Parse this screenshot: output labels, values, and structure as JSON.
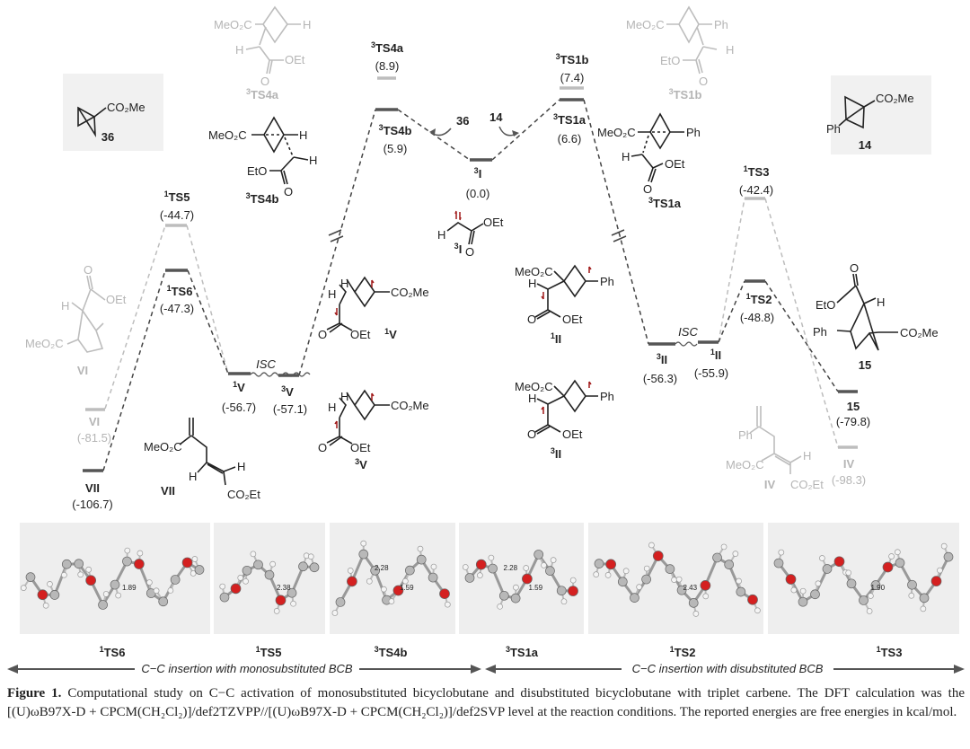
{
  "reactants": {
    "bcb36": {
      "substituent": "CO₂Me",
      "label": "36"
    },
    "bcb14": {
      "substituent": "CO₂Me",
      "ph": "Ph",
      "label": "14"
    }
  },
  "levels": {
    "VII": {
      "label": "VII",
      "energy": "(-106.7)"
    },
    "VI": {
      "label": "VI",
      "energy": "(-81.5)"
    },
    "TS6": {
      "sup": "1",
      "label": "TS6",
      "energy": "(-47.3)"
    },
    "TS5": {
      "sup": "1",
      "label": "TS5",
      "energy": "(-44.7)"
    },
    "V1": {
      "sup": "1",
      "label": "V",
      "energy": "(-56.7)"
    },
    "V3": {
      "sup": "3",
      "label": "V",
      "energy": "(-57.1)"
    },
    "TS4b": {
      "sup": "3",
      "label": "TS4b",
      "energy": "(5.9)"
    },
    "TS4a": {
      "sup": "3",
      "label": "TS4a",
      "energy": "(8.9)"
    },
    "I3": {
      "sup": "3",
      "label": "I",
      "energy": "(0.0)"
    },
    "TS1b": {
      "sup": "3",
      "label": "TS1b",
      "energy": "(7.4)"
    },
    "TS1a": {
      "sup": "3",
      "label": "TS1a",
      "energy": "(6.6)"
    },
    "II3": {
      "sup": "3",
      "label": "II",
      "energy": "(-56.3)"
    },
    "II1": {
      "sup": "1",
      "label": "II",
      "energy": "(-55.9)"
    },
    "TS3": {
      "sup": "1",
      "label": "TS3",
      "energy": "(-42.4)"
    },
    "TS2": {
      "sup": "1",
      "label": "TS2",
      "energy": "(-48.8)"
    },
    "P15": {
      "label": "15",
      "energy": "(-79.8)"
    },
    "IV": {
      "label": "IV",
      "energy": "(-98.3)"
    }
  },
  "isc_label": "ISC",
  "arrow_labels": {
    "left": "36",
    "right": "14"
  },
  "structures": {
    "TS4a": {
      "a": "MeO₂C",
      "h1": "H",
      "h2": "H",
      "oet": "OEt",
      "o": "O",
      "sup": "3",
      "label": "TS4a"
    },
    "TS4b": {
      "a": "MeO₂C",
      "h1": "H",
      "h2": "H",
      "eto": "EtO",
      "o": "O",
      "sup": "3",
      "label": "TS4b"
    },
    "I3": {
      "h": "H",
      "oet": "OEt",
      "o": "O",
      "sup": "3",
      "label": "I"
    },
    "V1": {
      "h1": "H",
      "h2": "H",
      "co2me": "CO₂Me",
      "o": "O",
      "oet": "OEt",
      "sup": "1",
      "label": "V"
    },
    "V3": {
      "h1": "H",
      "h2": "H",
      "co2me": "CO₂Me",
      "o": "O",
      "oet": "OEt",
      "sup": "3",
      "label": "V"
    },
    "VI": {
      "o": "O",
      "oet": "OEt",
      "h": "H",
      "a": "MeO₂C",
      "label": "VI"
    },
    "VII": {
      "a": "MeO₂C",
      "h1": "H",
      "h2": "H",
      "b": "CO₂Et",
      "label": "VII"
    },
    "TS1b": {
      "a": "MeO₂C",
      "ph": "Ph",
      "h": "H",
      "eto": "EtO",
      "o": "O",
      "sup": "3",
      "label": "TS1b"
    },
    "TS1a": {
      "a": "MeO₂C",
      "ph": "Ph",
      "h": "H",
      "oet": "OEt",
      "o": "O",
      "sup": "3",
      "label": "TS1a"
    },
    "II1": {
      "a": "MeO₂C",
      "h": "H",
      "ph": "Ph",
      "o": "O",
      "oet": "OEt",
      "sup": "1",
      "label": "II"
    },
    "II3": {
      "a": "MeO₂C",
      "h": "H",
      "ph": "Ph",
      "o": "O",
      "oet": "OEt",
      "sup": "3",
      "label": "II"
    },
    "P15": {
      "o": "O",
      "eto": "EtO",
      "h": "H",
      "ph": "Ph",
      "co2me": "CO₂Me",
      "label": "15"
    },
    "IV": {
      "ph": "Ph",
      "a": "MeO₂C",
      "h": "H",
      "b": "CO₂Et",
      "label": "IV"
    }
  },
  "geometries": [
    {
      "sup": "1",
      "label": "TS6",
      "distances": [
        "1.89"
      ]
    },
    {
      "sup": "1",
      "label": "TS5",
      "distances": [
        "2.38"
      ]
    },
    {
      "sup": "3",
      "label": "TS4b",
      "distances": [
        "1.59",
        "2.28"
      ]
    },
    {
      "sup": "3",
      "label": "TS1a",
      "distances": [
        "1.59",
        "2.28"
      ]
    },
    {
      "sup": "1",
      "label": "TS2",
      "distances": [
        "2.43"
      ]
    },
    {
      "sup": "1",
      "label": "TS3",
      "distances": [
        "1.90"
      ]
    }
  ],
  "ranges": {
    "left": "C−C insertion with monosubstituted BCB",
    "right": "C−C insertion with disubstituted BCB"
  },
  "caption": {
    "label": "Figure 1.",
    "text": " Computational study on C−C activation of monosubstituted bicyclobutane and disubstituted bicyclobutane with triplet carbene. The DFT calculation was the [(U)ωB97X-D + CPCM(CH₂Cl₂)]/def2TZVPP//[(U)ωB97X-D + CPCM(CH₂Cl₂)]/def2SVP level at the reaction conditions. The reported energies are free energies in kcal/mol."
  },
  "colors": {
    "highlight": "#a01818",
    "muted": "#bdbdbd",
    "main": "#444444"
  }
}
